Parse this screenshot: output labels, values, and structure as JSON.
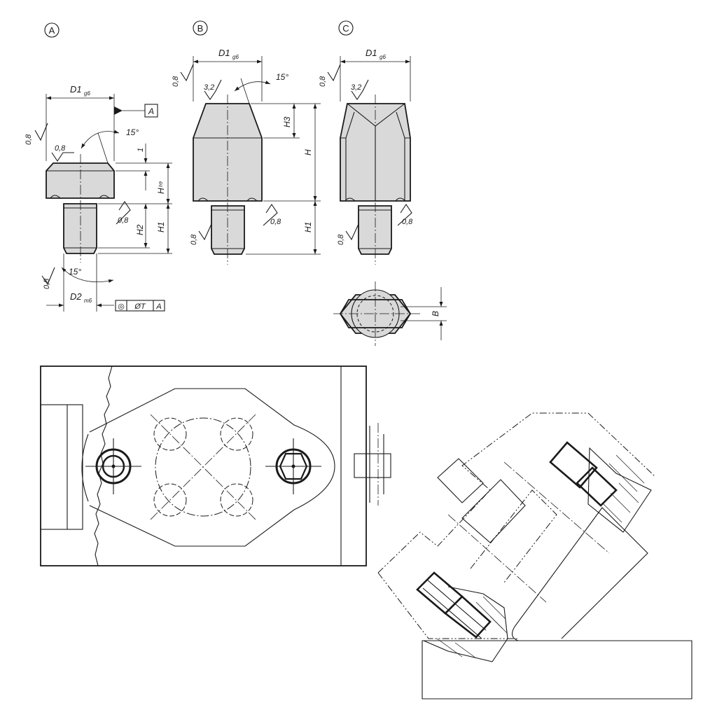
{
  "variants": {
    "a": {
      "label": "A"
    },
    "b": {
      "label": "B"
    },
    "c": {
      "label": "C"
    }
  },
  "labels": {
    "d1": "D1",
    "d1_tol": "g6",
    "d2": "D2",
    "d2_tol": "m6",
    "h": "H",
    "h_tol": "h9",
    "h1": "H1",
    "h2": "H2",
    "h3": "H3",
    "b": "B",
    "one": "1",
    "datum": "A",
    "roughness_08": "0,8",
    "roughness_32": "3,2",
    "angle_15": "15°",
    "tolerance_frame": {
      "symbol": "◎",
      "value": "ØT",
      "datum": "A"
    }
  }
}
